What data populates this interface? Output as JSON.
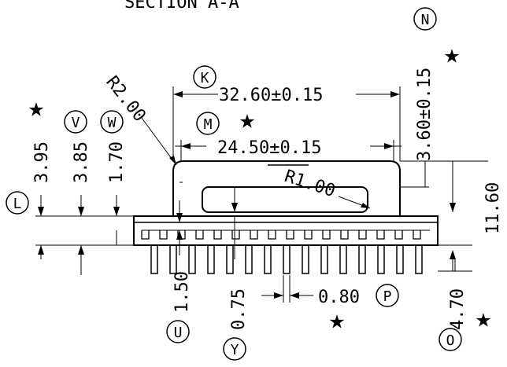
{
  "section_title": "SECTION A-A",
  "dimensions": {
    "width_outer": "32.60±0.15",
    "width_inner": "24.50±0.15",
    "radius_outer": "R2.00",
    "radius_inner": "R1.00",
    "top_right_vertical": "3.60±0.15",
    "overall_height": "11.60",
    "left_h1": "3.95",
    "left_h2": "3.85",
    "left_h3": "1.70",
    "flange_thickness": "1.50",
    "small_gap": "0.75",
    "pin_width": "0.80",
    "pin_length": "4.70"
  },
  "callouts": {
    "K": "K",
    "M": "M",
    "N": "N",
    "L": "L",
    "V": "V",
    "W": "W",
    "U": "U",
    "Y": "Y",
    "P": "P",
    "O": "O"
  },
  "star_symbol": "★",
  "line_color": "#000000"
}
